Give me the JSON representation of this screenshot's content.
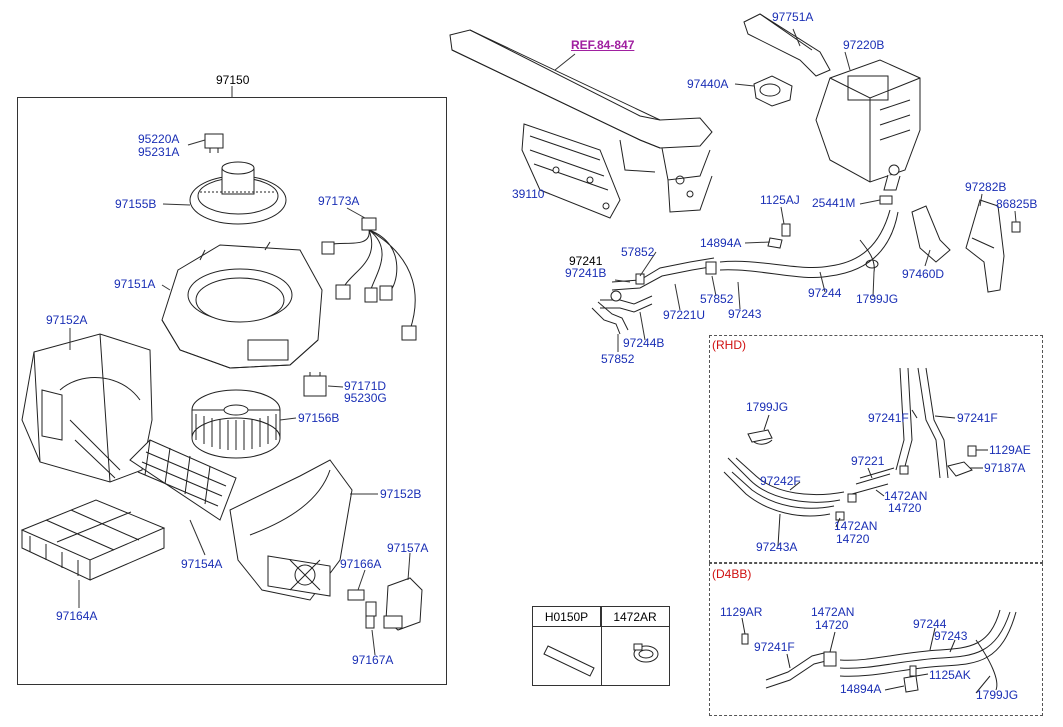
{
  "ref_link": "REF.84-847",
  "assembly_label": "97150",
  "section_rhd": "(RHD)",
  "section_d4bb": "(D4BB)",
  "legend": {
    "col1": "H0150P",
    "col2": "1472AR"
  },
  "labels": {
    "p95220A": "95220A",
    "p95231A": "95231A",
    "p97155B": "97155B",
    "p97173A": "97173A",
    "p97151A": "97151A",
    "p97152A": "97152A",
    "p97171D": "97171D",
    "p95230G": "95230G",
    "p97156B": "97156B",
    "p97152B": "97152B",
    "p97154A": "97154A",
    "p97157A": "97157A",
    "p97166A": "97166A",
    "p97164A": "97164A",
    "p97167A": "97167A",
    "p97751A": "97751A",
    "p97220B": "97220B",
    "p97440A": "97440A",
    "p39110": "39110",
    "p1125AJ": "1125AJ",
    "p25441M": "25441M",
    "p97282B": "97282B",
    "p86825B": "86825B",
    "p97241": "97241",
    "p97241B": "97241B",
    "p57852a": "57852",
    "p14894A": "14894A",
    "p97460D": "97460D",
    "p57852b": "57852",
    "p97221U": "97221U",
    "p97243": "97243",
    "p97244": "97244",
    "p1799JG": "1799JG",
    "p97244B": "97244B",
    "p57852c": "57852",
    "r1799JG": "1799JG",
    "r97241F_l": "97241F",
    "r97241F_r": "97241F",
    "r1129AE": "1129AE",
    "r97221": "97221",
    "r97187A": "97187A",
    "r97242F": "97242F",
    "r1472AN_a": "1472AN",
    "r14720_a": "14720",
    "r1472AN_b": "1472AN",
    "r14720_b": "14720",
    "r97243A": "97243A",
    "d1129AR": "1129AR",
    "d1472AN": "1472AN",
    "d14720": "14720",
    "d97244": "97244",
    "d97243": "97243",
    "d97241F": "97241F",
    "d1125AK": "1125AK",
    "d14894A": "14894A",
    "d1799JG": "1799JG"
  }
}
